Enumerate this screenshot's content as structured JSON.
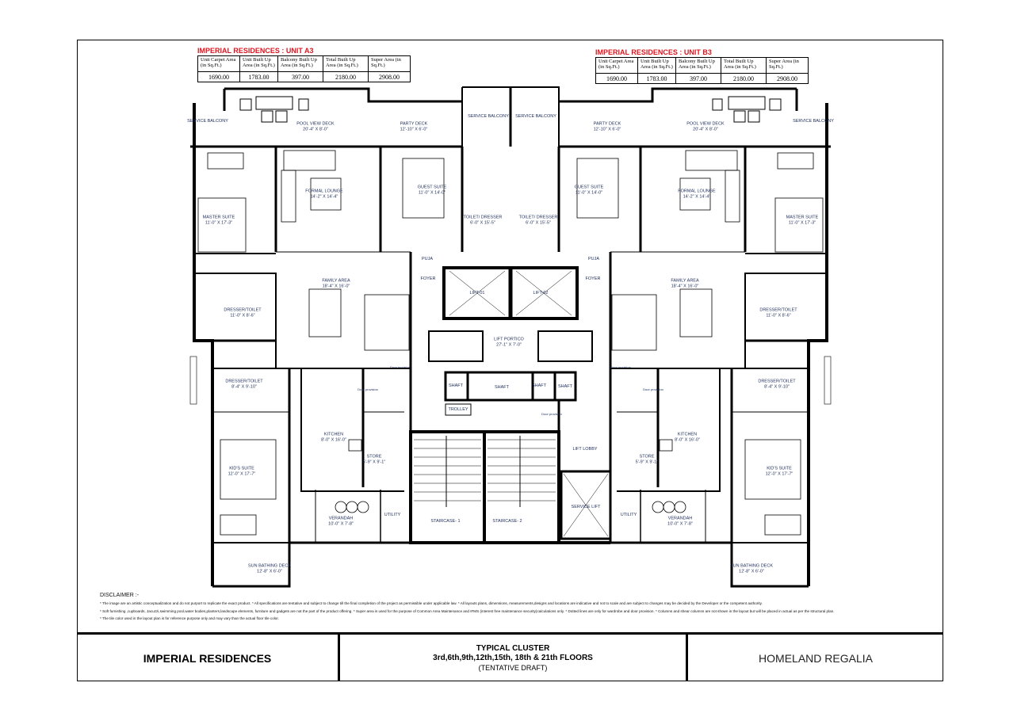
{
  "units": [
    {
      "title": "IMPERIAL RESIDENCES : UNIT A3",
      "headers": [
        "Unit Carpet Area (in Sq.Ft.)",
        "Unit Built Up Area (in Sq.Ft.)",
        "Balcony Built Up Area (in Sq.Ft.)",
        "Total Built Up Area (in Sq.Ft.)",
        "Super Area (in Sq.Ft.)"
      ],
      "values": [
        "1690.00",
        "1783.00",
        "397.00",
        "2180.00",
        "2908.00"
      ]
    },
    {
      "title": "IMPERIAL RESIDENCES : UNIT B3",
      "headers": [
        "Unit Carpet Area (in Sq.Ft.)",
        "Unit Built Up Area (in Sq.Ft.)",
        "Balcony Built Up Area (in Sq.Ft.)",
        "Total Built Up Area (in Sq.Ft.)",
        "Super Area (in Sq.Ft.)"
      ],
      "values": [
        "1690.00",
        "1783.00",
        "397.00",
        "2180.00",
        "2908.00"
      ]
    }
  ],
  "rooms_a": [
    {
      "name": "SERVICE BALCONY",
      "dim": ""
    },
    {
      "name": "POOL VIEW DECK",
      "dim": "20'-4\" X 8'-0\""
    },
    {
      "name": "PARTY DECK",
      "dim": "12'-10\" X 6'-0\""
    },
    {
      "name": "SERVICE BALCONY",
      "dim": ""
    },
    {
      "name": "MASTER SUITE",
      "dim": "11'-0\" X 17'-3\""
    },
    {
      "name": "FORMAL LOUNGE",
      "dim": "14'-2\" X 14'-4\""
    },
    {
      "name": "GUEST SUITE",
      "dim": "11'-0\" X 14'-0\""
    },
    {
      "name": "TOILET/ DRESSER",
      "dim": "6'-0\" X 15'-5\""
    },
    {
      "name": "FAMILY AREA",
      "dim": "18'-4\" X 16'-0\""
    },
    {
      "name": "DRESSER/TOILET",
      "dim": "11'-0\" X 8'-6\""
    },
    {
      "name": "DRESSER/TOILET",
      "dim": "8'-4\" X 9'-10\""
    },
    {
      "name": "PUJA",
      "dim": ""
    },
    {
      "name": "FOYER",
      "dim": ""
    },
    {
      "name": "KITCHEN",
      "dim": "8'-0\" X 16'-0\""
    },
    {
      "name": "STORE",
      "dim": "5'-9\" X 9'-1\""
    },
    {
      "name": "KID'S SUITE",
      "dim": "12'-0\" X 17'-7\""
    },
    {
      "name": "VERANDAH",
      "dim": "10'-0\" X 7'-8\""
    },
    {
      "name": "UTILITY",
      "dim": ""
    },
    {
      "name": "SUN BATHING DECK",
      "dim": "12'-8\" X 6'-0\""
    },
    {
      "name": "Door provision",
      "dim": ""
    },
    {
      "name": "Door provision",
      "dim": ""
    }
  ],
  "rooms_core": [
    {
      "name": "LIFT-01",
      "dim": ""
    },
    {
      "name": "LIFT-02",
      "dim": ""
    },
    {
      "name": "LIFT PORTICO",
      "dim": "27'-1\" X 7'-0\""
    },
    {
      "name": "SHAFT",
      "dim": ""
    },
    {
      "name": "SHAFT",
      "dim": ""
    },
    {
      "name": "SHAFT",
      "dim": ""
    },
    {
      "name": "SHAFT",
      "dim": ""
    },
    {
      "name": "TROLLEY",
      "dim": ""
    },
    {
      "name": "STAIRCASE- 1",
      "dim": ""
    },
    {
      "name": "STAIRCASE- 2",
      "dim": ""
    },
    {
      "name": "LIFT LOBBY",
      "dim": ""
    },
    {
      "name": "SERVICE LIFT",
      "dim": ""
    },
    {
      "name": "Door provision",
      "dim": ""
    }
  ],
  "disclaimer": {
    "heading": "DISCLAIMER :-",
    "lines": [
      "* The image are an artistic conceptualization and do not purport to replicate the exact product. * All specifications are tentative and subject to change till the final completion of the project as permissible under applicable law. * All layouts plans, dimensions, measurements,designs and locations are indicative and not to scale and are subject to changes may be decided by the Developer or the competent authority.",
      "* Soft furnishing ,cupboards, Jacuzzi,swimming pool,water bodies,planters,landscape elements, furniture and gadgets are not the part of the product offering. * Super area is used for the purpose of Common Area Maintenance and IFMS (interest free maintenance security)calculations only. * Dotted lines are only for wardrobe and door provision. * Columns and shear columns are not shown in the layout but will be placed in actual as per the structural plan.",
      "* The tile color used in the layout plan is for reference purpose only and may vary than the actual floor tile color."
    ]
  },
  "title_block": {
    "project": "IMPERIAL RESIDENCES",
    "drawing_title": "TYPICAL CLUSTER",
    "floors": "3rd,6th,9th,12th,15th, 18th & 21th FLOORS",
    "status": "(TENTATIVE DRAFT)",
    "developer": "HOMELAND REGALIA"
  },
  "colors": {
    "unit_title": "#e0141e",
    "room_label": "#1a2b5a"
  }
}
